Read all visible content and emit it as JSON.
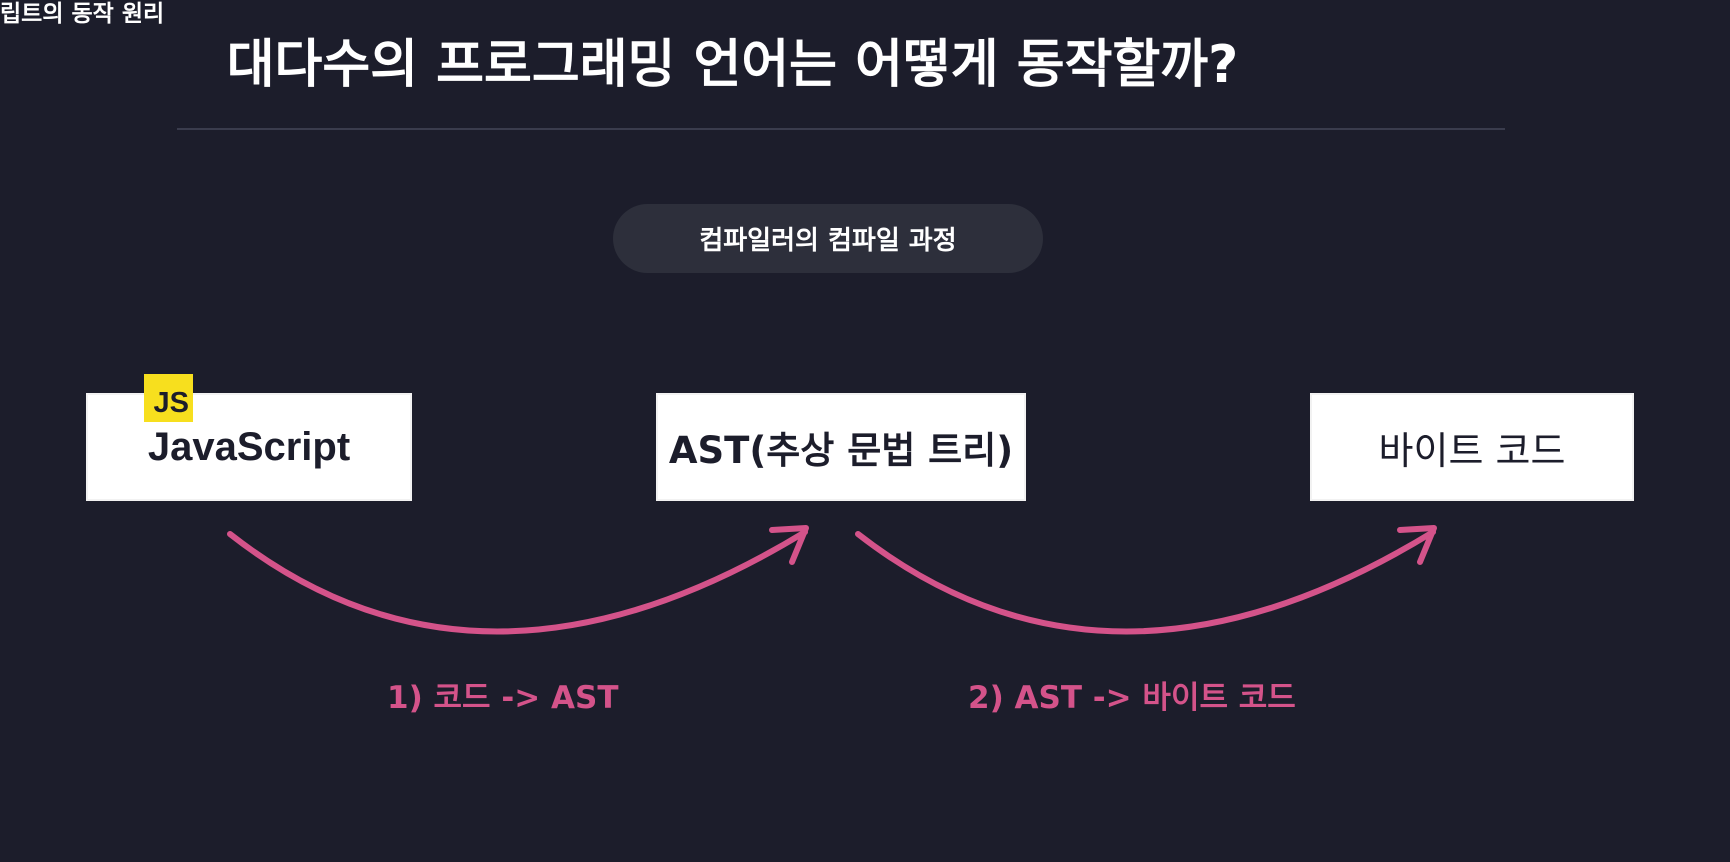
{
  "header": {
    "corner_label": "립트의 동작 원리",
    "title": "대다수의 프로그래밍 언어는 어떻게 동작할까?"
  },
  "section": {
    "pill_label": "컴파일러의 컴파일 과정"
  },
  "diagram": {
    "nodes": [
      {
        "id": "javascript",
        "label": "JavaScript",
        "badge": "JS"
      },
      {
        "id": "ast",
        "label": "AST(추상 문법 트리)"
      },
      {
        "id": "bytecode",
        "label": "바이트 코드"
      }
    ],
    "edges": [
      {
        "from": "javascript",
        "to": "ast",
        "label": "1) 코드 -> AST"
      },
      {
        "from": "ast",
        "to": "bytecode",
        "label": "2) AST -> 바이트 코드"
      }
    ]
  },
  "colors": {
    "background": "#1c1d2b",
    "arrow": "#d4538a",
    "badge": "#f7df1e",
    "pill": "#2d2f3b"
  }
}
